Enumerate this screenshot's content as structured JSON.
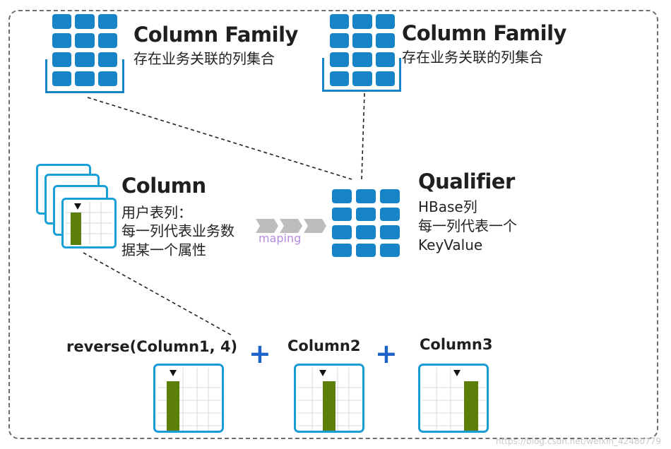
{
  "column_family_left": {
    "title": "Column Family",
    "desc": "存在业务关联的列集合"
  },
  "column_family_right": {
    "title": "Column Family",
    "desc": "存在业务关联的列集合"
  },
  "column": {
    "title": "Column",
    "desc_lines": [
      "用户表列：",
      "每一列代表业务数",
      "据某一个属性"
    ]
  },
  "qualifier": {
    "title": "Qualifier",
    "desc_lines": [
      "HBase列",
      "每一列代表一个",
      "KeyValue"
    ]
  },
  "mapping_label": "maping",
  "composite": {
    "item1": "reverse(Column1, 4)",
    "item2": "Column2",
    "item3": "Column3",
    "plus": "+"
  },
  "watermark": "https://blog.csdn.net/weixin_42480779",
  "colors": {
    "blue": "#1784c7",
    "green": "#5c7f0a",
    "frame": "#6e6e6e",
    "plus": "#1e63c8"
  }
}
